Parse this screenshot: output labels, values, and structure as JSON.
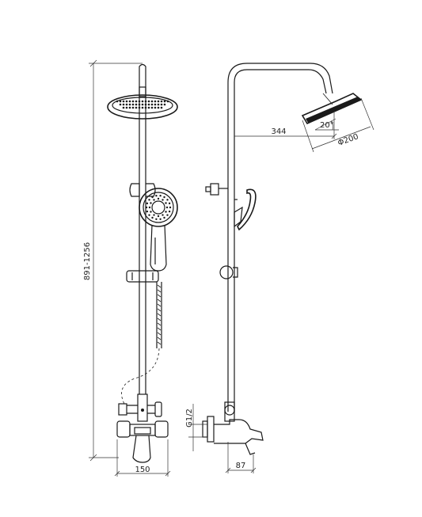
{
  "dimensions": {
    "height_range": "891-1256",
    "mixer_width": "150",
    "arm_reach": "344",
    "head_tilt": "20°",
    "head_diameter": "Φ200",
    "inlet_thread": "G1/2",
    "mixer_depth": "87"
  }
}
